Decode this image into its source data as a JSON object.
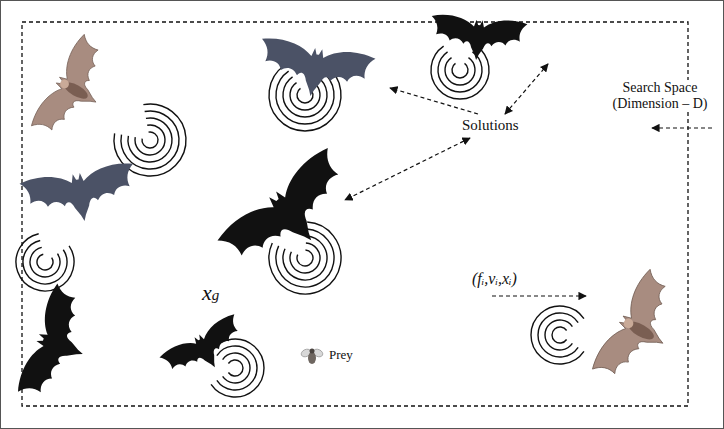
{
  "diagram": {
    "labels": [
      "Solutions",
      "Search Space (Dimension – D)",
      "(fᵢ,vᵢ,xᵢ)",
      "xg",
      "Prey"
    ]
  }
}
